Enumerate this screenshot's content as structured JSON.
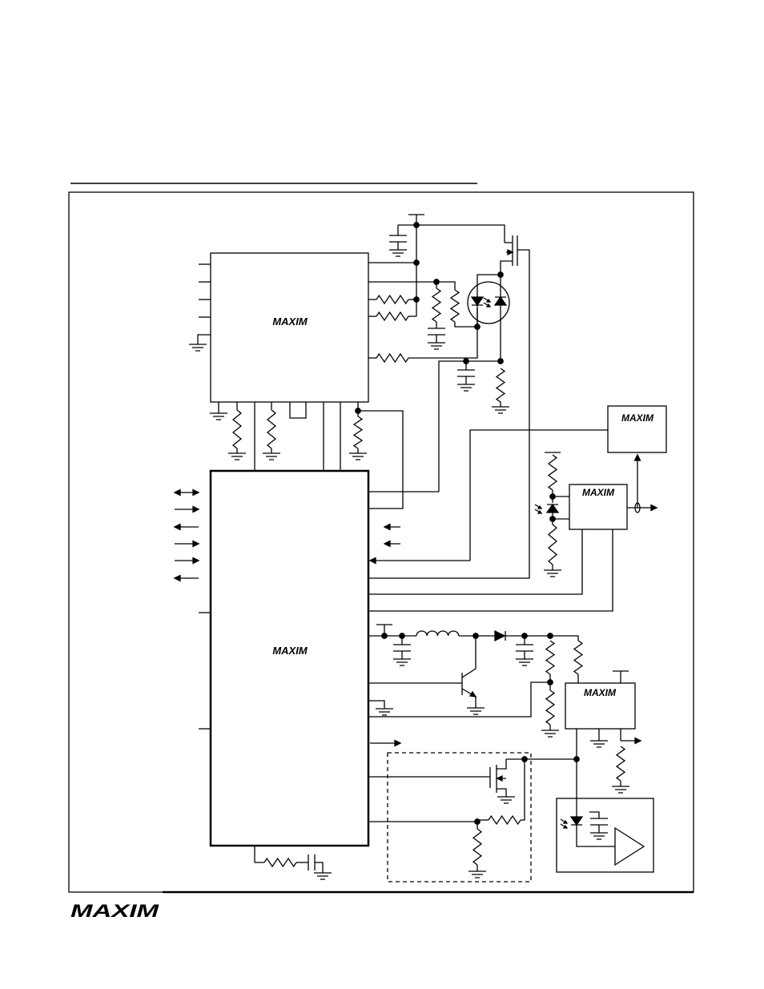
{
  "document": {
    "type": "typical operating circuit schematic"
  },
  "logos": {
    "chip_main_top": "MAXIM",
    "chip_main_bottom": "MAXIM",
    "chip_right_top": "MAXIM",
    "chip_right_mid": "MAXIM",
    "chip_right_low": "MAXIM",
    "footer": "MAXIM"
  },
  "colors": {
    "ink": "#000000",
    "background": "#ffffff"
  }
}
